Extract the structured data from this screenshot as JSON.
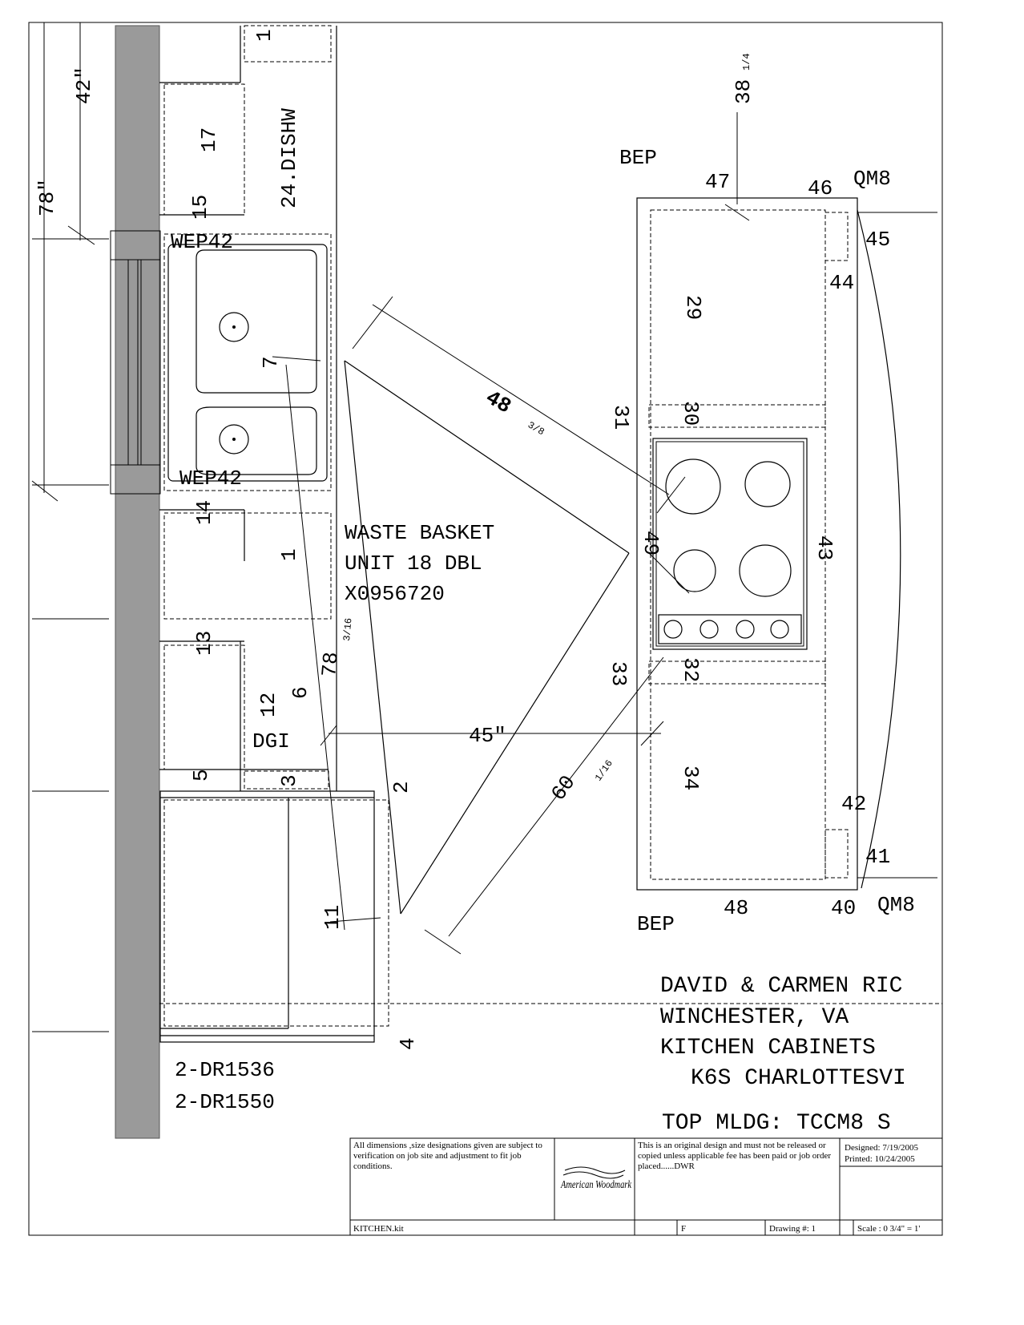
{
  "plan": {
    "labels": {
      "l1": "1",
      "dishw": "24.DISHW",
      "l17": "17",
      "l15": "15",
      "wep_top": "WEP42",
      "l7": "7",
      "wep_bottom": "WEP42",
      "l14": "14",
      "l1b": "1",
      "l13": "13",
      "l12": "12",
      "l6": "6",
      "dgi": "DGI",
      "l5": "5",
      "l3": "3",
      "l2": "2",
      "l11": "11",
      "l4": "4",
      "bep_top": "BEP",
      "bep_bottom": "BEP",
      "l47": "47",
      "l46": "46",
      "qm8_top": "QM8",
      "l45": "45",
      "l44": "44",
      "l29": "29",
      "l31": "31",
      "l30": "30",
      "l49": "49",
      "l43": "43",
      "l33": "33",
      "l32": "32",
      "l34": "34",
      "l42": "42",
      "l41": "41",
      "l48": "48",
      "l40": "40",
      "qm8_bottom": "QM8",
      "waste1": "WASTE BASKET",
      "waste2": "UNIT 18 DBL",
      "waste3": "X0956720",
      "dr1": "2-DR1536",
      "dr2": "2-DR1550"
    },
    "dimensions": {
      "d78": "78\"",
      "d42": "42\"",
      "d38": "38",
      "d38frac": "1/4",
      "d48": "48",
      "d48frac": "3/8",
      "d45": "45\"",
      "d60": "60",
      "d60frac": "1/16",
      "d78b": "78",
      "d78bfrac": "3/16"
    },
    "project": {
      "line1": "DAVID & CARMEN RIC",
      "line2": "WINCHESTER, VA",
      "line3": "KITCHEN CABINETS",
      "line4": "K6S CHARLOTTESVI",
      "line5": "TOP MLDG: TCCM8 S"
    }
  },
  "title_block": {
    "disclaimer": "All dimensions ,size designations given are subject to verification on job site and adjustment to fit job conditions.",
    "logo": "American Woodmark",
    "copyright": "This is an original design and must not be released or copied unless applicable fee has been paid or job order placed......DWR",
    "designed": "Designed: 7/19/2005",
    "printed": "Printed: 10/24/2005",
    "filename": "KITCHEN.kit",
    "revision": "F",
    "drawing": "Drawing #: 1",
    "scale": "Scale : 0 3/4\" = 1'"
  }
}
